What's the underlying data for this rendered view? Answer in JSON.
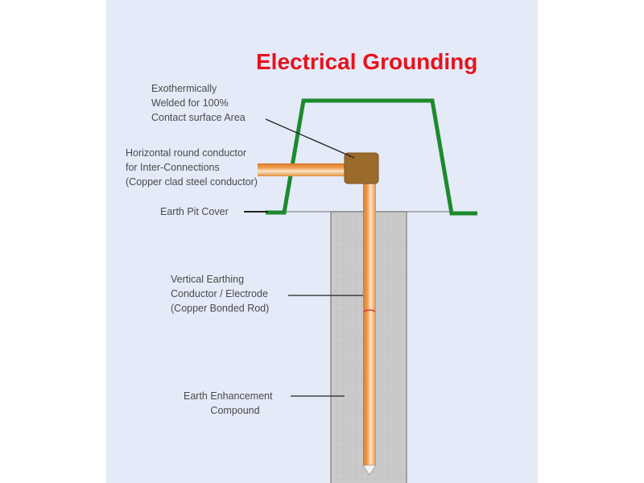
{
  "title": "Electrical Grounding",
  "labels": {
    "weld": [
      "Exothermically",
      "Welded for 100%",
      "Contact surface Area"
    ],
    "horizontal": [
      "Horizontal round conductor",
      "for Inter-Connections",
      "(Copper clad steel conductor)"
    ],
    "pit_cover": "Earth Pit Cover",
    "vertical": [
      "Vertical Earthing",
      "Conductor / Electrode",
      "(Copper Bonded Rod)"
    ],
    "compound": [
      "Earth Enhancement",
      "Compound"
    ]
  },
  "colors": {
    "background": "#e4eaf8",
    "title": "#e8121c",
    "cover": "#1d8a2e",
    "copper": "#e0913a",
    "weld": "#9b6b2c",
    "compound": "#c9c9c9"
  }
}
